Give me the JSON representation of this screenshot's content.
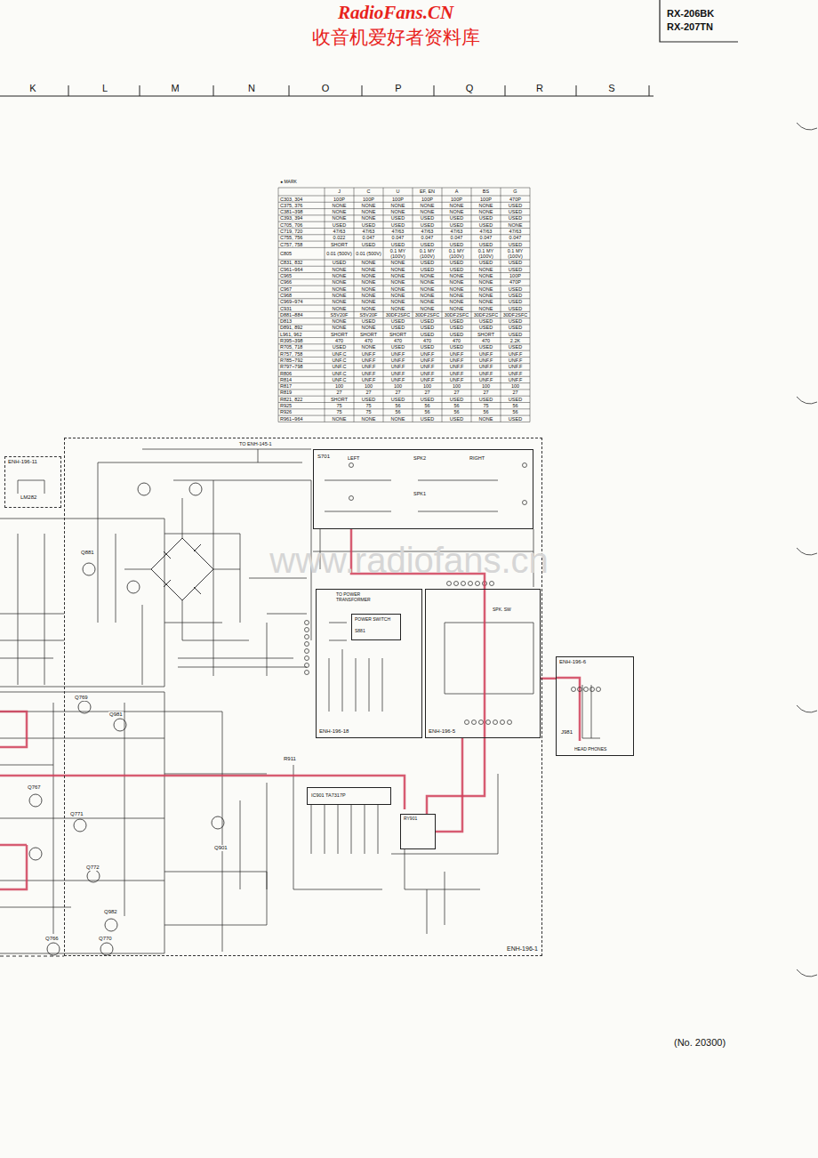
{
  "diagram": {
    "nodes": [
      {
        "text": [
          "ENH-196-11"
        ]
      },
      {
        "text": [
          "ENH-196-1"
        ]
      },
      {
        "text": [
          "LEFT",
          "RIGHT",
          "SPK2",
          "SPK1"
        ],
        "in": 1
      },
      {
        "text": [
          "TO POWER TRANSFORMER",
          "ENH-196-18"
        ],
        "in": 1
      },
      {
        "text": [
          "POWER SWITCH",
          "S881"
        ],
        "in": 3
      },
      {
        "text": [
          "SPK. SW",
          "ENH-196-5"
        ],
        "in": 1
      },
      {
        "text": [
          "ENH-196-6",
          "HEAD PHONES"
        ]
      },
      {
        "text": [
          "IC901 TA7317P"
        ],
        "in": 1
      },
      {
        "text": [
          "RY901"
        ],
        "in": 1
      }
    ],
    "edges": [
      {
        "from": 8,
        "to": 2,
        "arrow": "none"
      },
      {
        "from": 8,
        "to": 5,
        "arrow": "none"
      },
      {
        "from": 5,
        "to": 6,
        "arrow": "none"
      }
    ],
    "labels": [
      "RadioFans.CN",
      "收音机爱好者资料库",
      "RX-206BK",
      "RX-207TN",
      "K",
      "L",
      "M",
      "N",
      "O",
      "P",
      "Q",
      "R",
      "S",
      "www.radiofans.cn",
      "(No. 20300)",
      "TO ENH-145-1",
      "● MARK",
      "LM282",
      "S701",
      "Q881",
      "Q769",
      "Q981",
      "Q767",
      "Q771",
      "Q772",
      "Q982",
      "Q766",
      "Q770",
      "Q901",
      "R911",
      "J981",
      "J",
      "C",
      "U",
      "EF, EN",
      "A",
      "BS",
      "G",
      "C303, 304",
      "100P",
      "100P",
      "100P",
      "100P",
      "100P",
      "100P",
      "470P",
      "C375, 376",
      "NONE",
      "NONE",
      "NONE",
      "NONE",
      "NONE",
      "NONE",
      "USED",
      "C381~398",
      "NONE",
      "NONE",
      "NONE",
      "NONE",
      "NONE",
      "NONE",
      "USED",
      "C393, 394",
      "NONE",
      "NONE",
      "USED",
      "USED",
      "USED",
      "USED",
      "USED",
      "C705, 706",
      "USED",
      "USED",
      "USED",
      "USED",
      "USED",
      "USED",
      "NONE",
      "C719, 720",
      "47/63",
      "47/63",
      "47/63",
      "47/63",
      "47/63",
      "47/63",
      "47/63",
      "C755, 756",
      "0.022",
      "0.047",
      "0.047",
      "0.047",
      "0.047",
      "0.047",
      "0.047",
      "C757, 758",
      "SHORT",
      "USED",
      "USED",
      "USED",
      "USED",
      "USED",
      "USED",
      "C805",
      "0.01 (500V)",
      "0.01 (500V)",
      "0.1 MY (100V)",
      "0.1 MY (100V)",
      "0.1 MY (100V)",
      "0.1 MY (100V)",
      "0.1 MY (100V)",
      "C831, 832",
      "USED",
      "NONE",
      "NONE",
      "USED",
      "USED",
      "USED",
      "USED",
      "C961~964",
      "NONE",
      "NONE",
      "NONE",
      "USED",
      "USED",
      "NONE",
      "USED",
      "C965",
      "NONE",
      "NONE",
      "NONE",
      "NONE",
      "NONE",
      "NONE",
      "100P",
      "C966",
      "NONE",
      "NONE",
      "NONE",
      "NONE",
      "NONE",
      "NONE",
      "470P",
      "C967",
      "NONE",
      "NONE",
      "NONE",
      "NONE",
      "NONE",
      "NONE",
      "USED",
      "C968",
      "NONE",
      "NONE",
      "NONE",
      "NONE",
      "NONE",
      "NONE",
      "USED",
      "C969~974",
      "NONE",
      "NONE",
      "NONE",
      "NONE",
      "NONE",
      "NONE",
      "USED",
      "C931",
      "NONE",
      "NONE",
      "NONE",
      "NONE",
      "NONE",
      "NONE",
      "USED",
      "D881~884",
      "S5V20F",
      "S5V20F",
      "30DF2SFC",
      "30DF2SFC",
      "30DF2SFC",
      "30DF2SFC",
      "30DF2SFC",
      "D813",
      "NONE",
      "USED",
      "USED",
      "USED",
      "USED",
      "USED",
      "USED",
      "D891, 892",
      "NONE",
      "NONE",
      "USED",
      "USED",
      "USED",
      "USED",
      "USED",
      "L961, 962",
      "SHORT",
      "SHORT",
      "SHORT",
      "USED",
      "USED",
      "SHORT",
      "USED",
      "R395~398",
      "470",
      "470",
      "470",
      "470",
      "470",
      "470",
      "2.2K",
      "R705, 718",
      "USED",
      "NONE",
      "USED",
      "USED",
      "USED",
      "USED",
      "USED",
      "R757, 758",
      "UNF.C",
      "UNF.F",
      "UNF.F",
      "UNF.F",
      "UNF.F",
      "UNF.F",
      "UNF.F",
      "R785~792",
      "UNF.C",
      "UNF.F",
      "UNF.F",
      "UNF.F",
      "UNF.F",
      "UNF.F",
      "UNF.F",
      "R797~798",
      "UNF.C",
      "UNF.F",
      "UNF.F",
      "UNF.F",
      "UNF.F",
      "UNF.F",
      "UNF.F",
      "R806",
      "UNF.C",
      "UNF.F",
      "UNF.F",
      "UNF.F",
      "UNF.F",
      "UNF.F",
      "UNF.F",
      "R814",
      "UNF.C",
      "UNF.F",
      "UNF.F",
      "UNF.F",
      "UNF.F",
      "UNF.F",
      "UNF.F",
      "R817",
      "100",
      "100",
      "100",
      "100",
      "100",
      "100",
      "100",
      "R819",
      "27",
      "27",
      "27",
      "27",
      "27",
      "27",
      "27",
      "R821, 822",
      "SHORT",
      "USED",
      "USED",
      "USED",
      "USED",
      "USED",
      "USED",
      "R925",
      "75",
      "75",
      "56",
      "56",
      "56",
      "75",
      "56",
      "R926",
      "75",
      "75",
      "56",
      "56",
      "56",
      "56",
      "56",
      "R961~964",
      "NONE",
      "NONE",
      "NONE",
      "USED",
      "USED",
      "NONE",
      "USED"
    ]
  }
}
